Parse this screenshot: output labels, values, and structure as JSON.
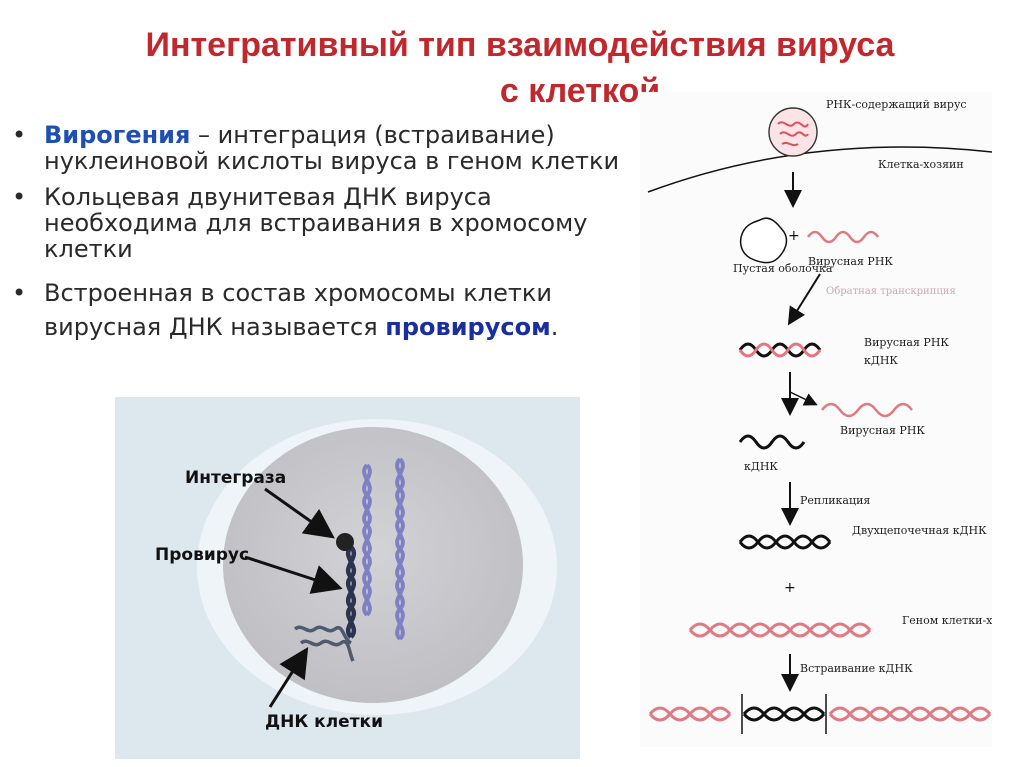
{
  "title": {
    "line1": "Интегративный тип взаимодействия вируса",
    "line2": "с клеткой"
  },
  "bullets": [
    {
      "marker": "•",
      "term": "Вирогения",
      "text": " – интеграция (встраивание) нуклеиновой кислоты вируса в геном клетки"
    },
    {
      "marker": "•",
      "text": "Кольцевая двунитевая ДНК вируса необходима для встраивания в хромосому клетки"
    },
    {
      "marker": "•",
      "text_before": "Встроенная в состав хромосомы клетки вирусная ДНК называется ",
      "term": "провирусом",
      "text_after": "."
    }
  ],
  "integration_figure": {
    "labels": {
      "integrase": "Интеграза",
      "provirus": "Провирус",
      "cell_dna": "ДНК клетки"
    }
  },
  "scheme": {
    "labels": {
      "rna_virus": "РНК-содержащий вирус",
      "host_cell": "Клетка-хозяин",
      "empty_shell": "Пустая оболочка",
      "plus_1": "+",
      "viral_rna_1": "Вирусная РНК",
      "reverse_transcription": "Обратная транскрипция",
      "viral_rna_2": "Вирусная РНК",
      "cdna_1": "кДНК",
      "viral_rna_3": "Вирусная РНК",
      "cdna_2": "кДНК",
      "replication": "Репликация",
      "ds_cdna": "Двухцепочечная кДНК",
      "plus_2": "+",
      "host_genome": "Геном клетки-хозяина",
      "integration": "Встраивание кДНК"
    },
    "colors": {
      "rna": "#e07a82",
      "dna": "#111111"
    }
  }
}
